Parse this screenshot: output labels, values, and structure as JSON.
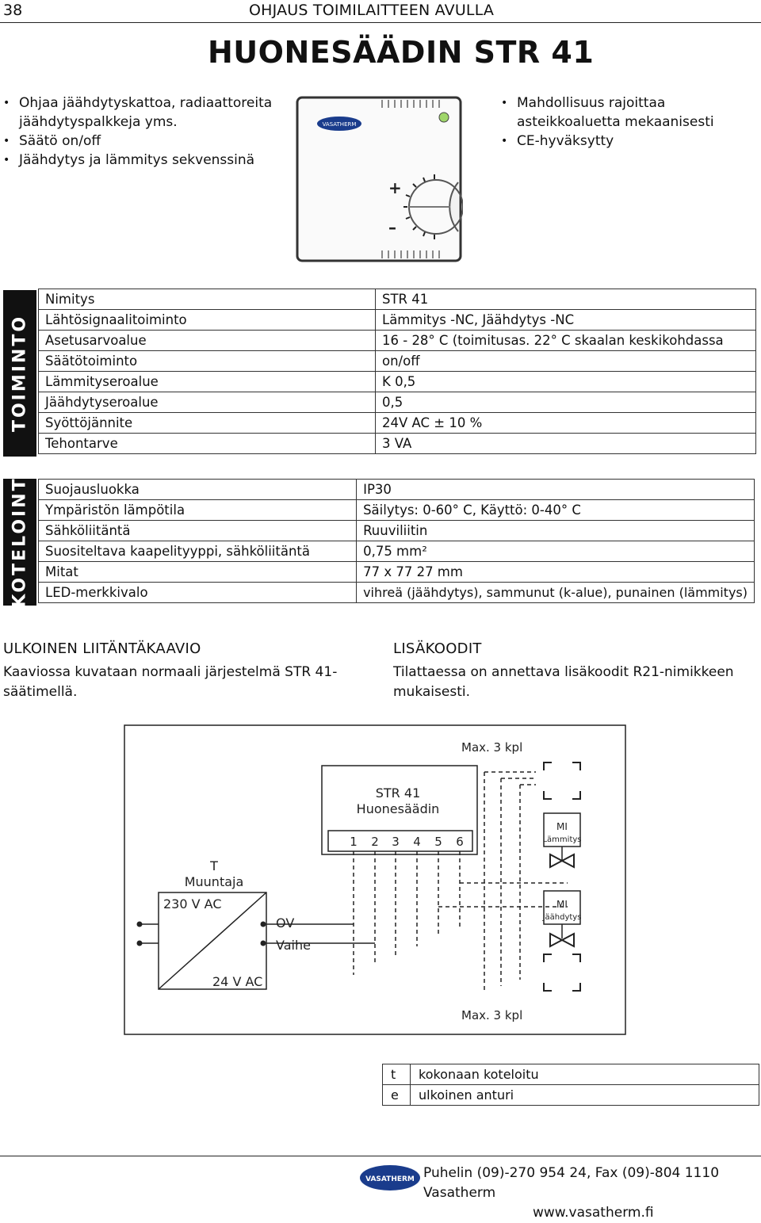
{
  "page": {
    "number": "38",
    "section_header": "OHJAUS TOIMILAITTEEN AVULLA",
    "title": "HUONESÄÄDIN STR 41"
  },
  "features_left": [
    "Ohjaa jäähdytyskattoa, radiaattoreita jäähdytyspalkkeja yms.",
    "Säätö on/off",
    "Jäähdytys ja lämmitys sekvenssinä"
  ],
  "features_right": [
    "Mahdollisuus rajoittaa asteikkoaluetta mekaanisesti",
    "CE-hyväksytty"
  ],
  "device_image": {
    "logo_text": "VASATHERM"
  },
  "toiminto": {
    "label": "TOIMINTO",
    "rows": [
      [
        "Nimitys",
        "STR 41"
      ],
      [
        "Lähtösignaalitoiminto",
        "Lämmitys -NC, Jäähdytys -NC"
      ],
      [
        "Asetusarvoalue",
        "16 - 28° C (toimitusas. 22° C skaalan keskikohdassa"
      ],
      [
        "Säätötoiminto",
        "on/off"
      ],
      [
        "Lämmityseroalue",
        "K 0,5"
      ],
      [
        "Jäähdytyseroalue",
        "0,5"
      ],
      [
        "Syöttöjännite",
        "24V AC ± 10 %"
      ],
      [
        "Tehontarve",
        "3 VA"
      ]
    ]
  },
  "kotelointi": {
    "label": "KOTELOINT",
    "rows": [
      [
        "Suojausluokka",
        "IP30"
      ],
      [
        "Ympäristön lämpötila",
        "Säilytys: 0-60° C, Käyttö: 0-40° C"
      ],
      [
        "Sähköliitäntä",
        "Ruuviliitin"
      ],
      [
        "Suositeltava kaapelityyppi, sähköliitäntä",
        "0,75 mm²"
      ],
      [
        "Mitat",
        "77 x 77 27 mm"
      ],
      [
        "LED-merkkivalo",
        "vihreä (jäähdytys), sammunut (k-alue), punainen (lämmitys)"
      ]
    ]
  },
  "external_diagram": {
    "heading": "ULKOINEN LIITÄNTÄKAAVIO",
    "text": "Kaaviossa kuvataan normaali järjestelmä STR 41-säätimellä."
  },
  "extra_codes": {
    "heading": "LISÄKOODIT",
    "text": "Tilattaessa on annettava lisäkoodit R21-nimikkeen mukaisesti."
  },
  "diagram": {
    "max_top": "Max. 3 kpl",
    "max_bottom": "Max. 3 kpl",
    "controller_line1": "STR 41",
    "controller_line2": "Huonesäädin",
    "terminals": [
      "1",
      "2",
      "3",
      "4",
      "5",
      "6"
    ],
    "transformer_t": "T",
    "transformer_label": "Muuntaja",
    "v_in": "230 V AC",
    "v_out": "24 V AC",
    "ov": "OV",
    "vaihe": "Vaihe",
    "mi_heat_1": "MI",
    "mi_heat_2": "Lämmitys",
    "mi_cool_1": "MI",
    "mi_cool_2": "Jäähdytys"
  },
  "legend": [
    [
      "t",
      "kokonaan koteloitu"
    ],
    [
      "e",
      "ulkoinen anturi"
    ]
  ],
  "footer": {
    "logo_text": "VASATHERM",
    "phone": "Puhelin (09)-270 954 24, Fax (09)-804 1110 Vasatherm",
    "web": "www.vasatherm.fi"
  }
}
